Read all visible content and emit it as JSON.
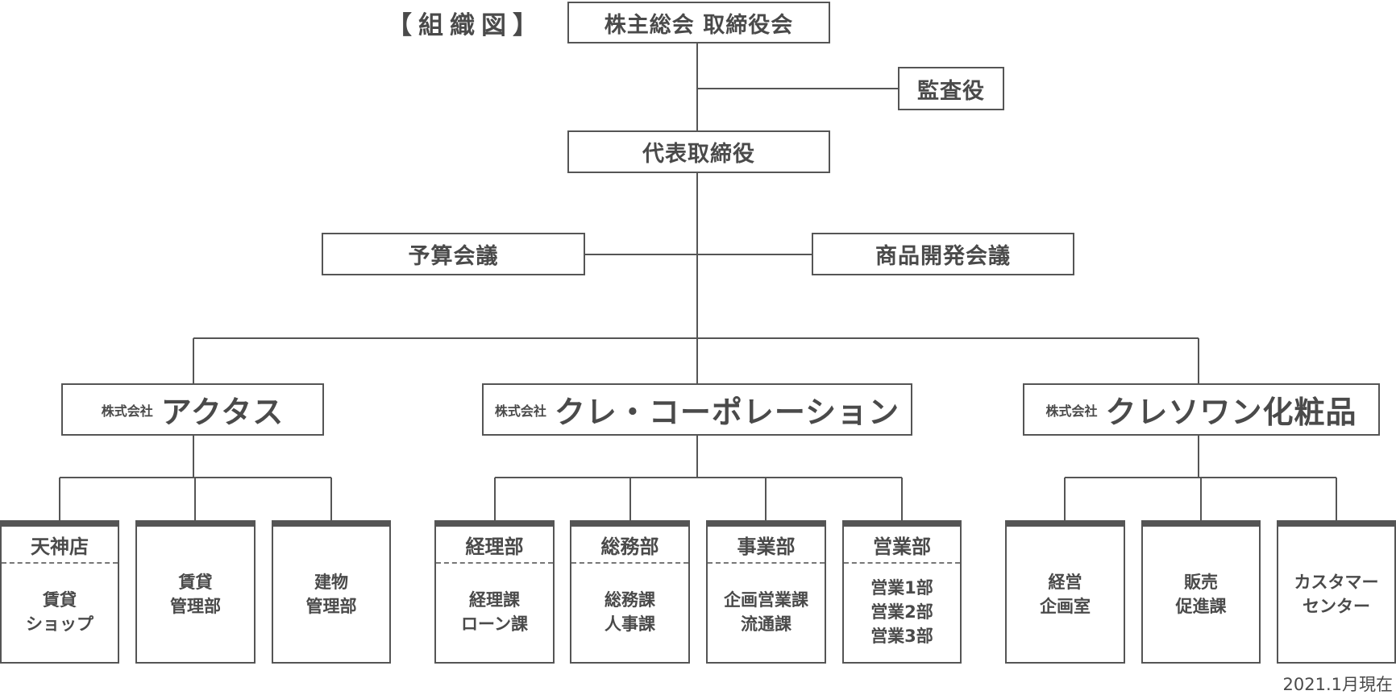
{
  "heading": "【組織図】",
  "top": {
    "shareholders": "株主総会 取締役会",
    "auditor": "監査役",
    "ceo": "代表取締役",
    "budget_meeting": "予算会議",
    "product_meeting": "商品開発会議"
  },
  "companies": [
    {
      "prefix": "株式会社",
      "name": "アクタス",
      "departments": [
        {
          "head": "天神店",
          "lines": [
            "賃貸",
            "ショップ"
          ]
        },
        {
          "head": "",
          "lines": [
            "賃貸",
            "管理部"
          ]
        },
        {
          "head": "",
          "lines": [
            "建物",
            "管理部"
          ]
        }
      ]
    },
    {
      "prefix": "株式会社",
      "name": "クレ・コーポレーション",
      "departments": [
        {
          "head": "経理部",
          "lines": [
            "経理課",
            "ローン課"
          ]
        },
        {
          "head": "総務部",
          "lines": [
            "総務課",
            "人事課"
          ]
        },
        {
          "head": "事業部",
          "lines": [
            "企画営業課",
            "流通課"
          ]
        },
        {
          "head": "営業部",
          "lines": [
            "営業1部",
            "営業2部",
            "営業3部"
          ]
        }
      ]
    },
    {
      "prefix": "株式会社",
      "name": "クレソワン化粧品",
      "departments": [
        {
          "head": "",
          "lines": [
            "経営",
            "企画室"
          ]
        },
        {
          "head": "",
          "lines": [
            "販売",
            "促進課"
          ]
        },
        {
          "head": "",
          "lines": [
            "カスタマー",
            "センター"
          ]
        }
      ]
    }
  ],
  "as_of": "2021.1月現在"
}
